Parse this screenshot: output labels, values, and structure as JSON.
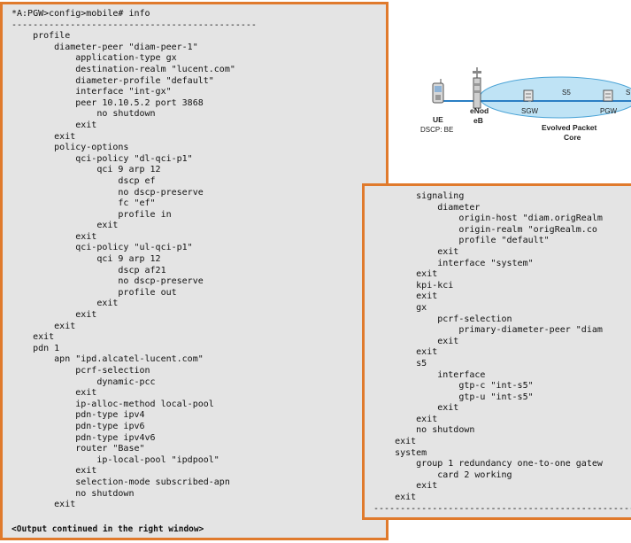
{
  "left_window": {
    "prompt": "*A:PGW>config>mobile# info",
    "separator": "----------------------------------------------",
    "lines": [
      "    profile",
      "        diameter-peer \"diam-peer-1\"",
      "            application-type gx",
      "            destination-realm \"lucent.com\"",
      "            diameter-profile \"default\"",
      "            interface \"int-gx\"",
      "            peer 10.10.5.2 port 3868",
      "                no shutdown",
      "            exit",
      "        exit",
      "        policy-options",
      "            qci-policy \"dl-qci-p1\"",
      "                qci 9 arp 12",
      "                    dscp ef",
      "                    no dscp-preserve",
      "                    fc \"ef\"",
      "                    profile in",
      "                exit",
      "            exit",
      "            qci-policy \"ul-qci-p1\"",
      "                qci 9 arp 12",
      "                    dscp af21",
      "                    no dscp-preserve",
      "                    profile out",
      "                exit",
      "            exit",
      "        exit",
      "    exit",
      "    pdn 1",
      "        apn \"ipd.alcatel-lucent.com\"",
      "            pcrf-selection",
      "                dynamic-pcc",
      "            exit",
      "            ip-alloc-method local-pool",
      "            pdn-type ipv4",
      "            pdn-type ipv6",
      "            pdn-type ipv4v6",
      "            router \"Base\"",
      "                ip-local-pool \"ipdpool\"",
      "            exit",
      "            selection-mode subscribed-apn",
      "            no shutdown",
      "        exit"
    ],
    "footer": "<Output continued in the right window>"
  },
  "right_window": {
    "lines": [
      "        signaling",
      "            diameter",
      "                origin-host \"diam.origRealm",
      "                origin-realm \"origRealm.co",
      "                profile \"default\"",
      "            exit",
      "            interface \"system\"",
      "        exit",
      "        kpi-kci",
      "        exit",
      "        gx",
      "            pcrf-selection",
      "                primary-diameter-peer \"diam",
      "            exit",
      "        exit",
      "        s5",
      "            interface",
      "                gtp-c \"int-s5\"",
      "                gtp-u \"int-s5\"",
      "            exit",
      "        exit",
      "        no shutdown",
      "    exit",
      "    system",
      "        group 1 redundancy one-to-one gatew",
      "            card 2 working",
      "        exit",
      "    exit"
    ],
    "separator": "-------------------------------------------------"
  },
  "diagram": {
    "ue_label": "UE",
    "dscp_label": "DSCP: BE",
    "enodeb_label_line1": "eNod",
    "enodeb_label_line2": "eB",
    "s5_label": "S5",
    "s5_right_label": "S",
    "sgw_label": "SGW",
    "pgw_label": "PGW",
    "epc_label_line1": "Evolved Packet",
    "epc_label_line2": "Core",
    "colors": {
      "cloud": "#bfe3f5",
      "cloud_stroke": "#4aa3d6",
      "link": "#2b7fc4"
    }
  }
}
